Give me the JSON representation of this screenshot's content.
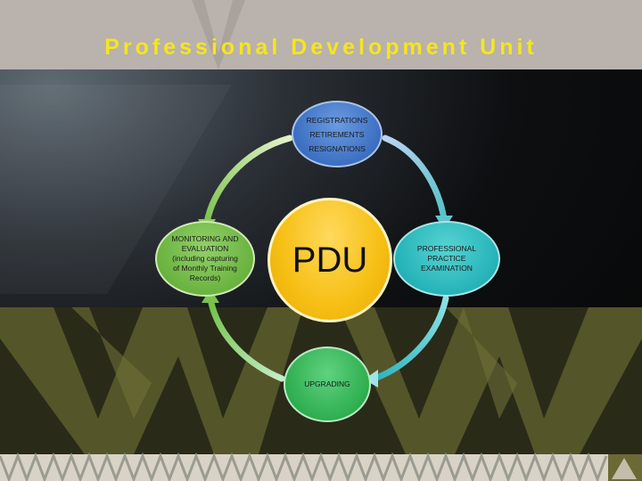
{
  "slide": {
    "title": "Professional Development Unit"
  },
  "diagram": {
    "center": {
      "label": "PDU",
      "color": "#f6bf14"
    },
    "nodes": {
      "top": {
        "lines": [
          "REGISTRATIONS",
          "RETIREMENTS",
          "RESIGNATIONS"
        ],
        "color": "#3d6fc2"
      },
      "left": {
        "lines": [
          "MONITORING AND",
          "EVALUATION",
          "(including capturing",
          "of Monthly Training",
          "Records)"
        ],
        "color": "#6ab33f"
      },
      "right": {
        "lines": [
          "PROFESSIONAL",
          "PRACTICE",
          "EXAMINATION"
        ],
        "color": "#25b3b8"
      },
      "bottom": {
        "lines": [
          "UPGRADING"
        ],
        "color": "#2fae4f"
      }
    }
  },
  "colors": {
    "title_bar": "#b9b2ad",
    "title_text": "#f5e51e",
    "olive_band": "#5a5a2c"
  }
}
